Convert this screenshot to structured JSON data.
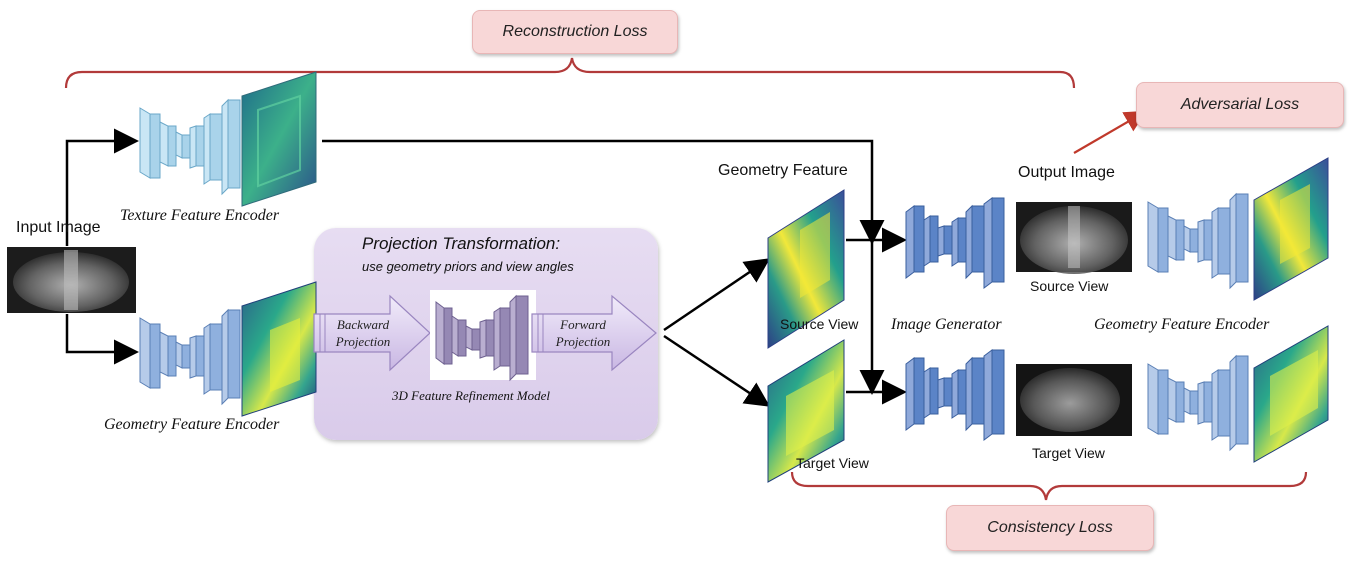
{
  "losses": {
    "reconstruction": "Reconstruction Loss",
    "adversarial": "Adversarial Loss",
    "consistency": "Consistency Loss"
  },
  "labels": {
    "input_image": "Input Image",
    "texture_encoder": "Texture Feature Encoder",
    "geometry_encoder_left": "Geometry Feature Encoder",
    "geometry_feature": "Geometry Feature",
    "output_image": "Output Image",
    "image_generator": "Image Generator",
    "geometry_encoder_right": "Geometry Feature Encoder",
    "source_view_feature": "Source View",
    "target_view_feature": "Target View",
    "source_view_image": "Source View",
    "target_view_image": "Target View"
  },
  "projection": {
    "title": "Projection Transformation:",
    "subtitle": "use geometry priors and view angles",
    "backward_line1": "Backward",
    "backward_line2": "Projection",
    "forward_line1": "Forward",
    "forward_line2": "Projection",
    "refinement_model": "3D Feature Refinement Model"
  },
  "colors": {
    "loss_bg": "#f8d7d7",
    "brace": "#b23a3a",
    "encoder_light": "#a9d3ea",
    "encoder_blue": "#7fa6d6",
    "generator_blue": "#5b84c7",
    "refine_purple": "#8b7fa6",
    "panel_purple": "#ddd0ec"
  }
}
